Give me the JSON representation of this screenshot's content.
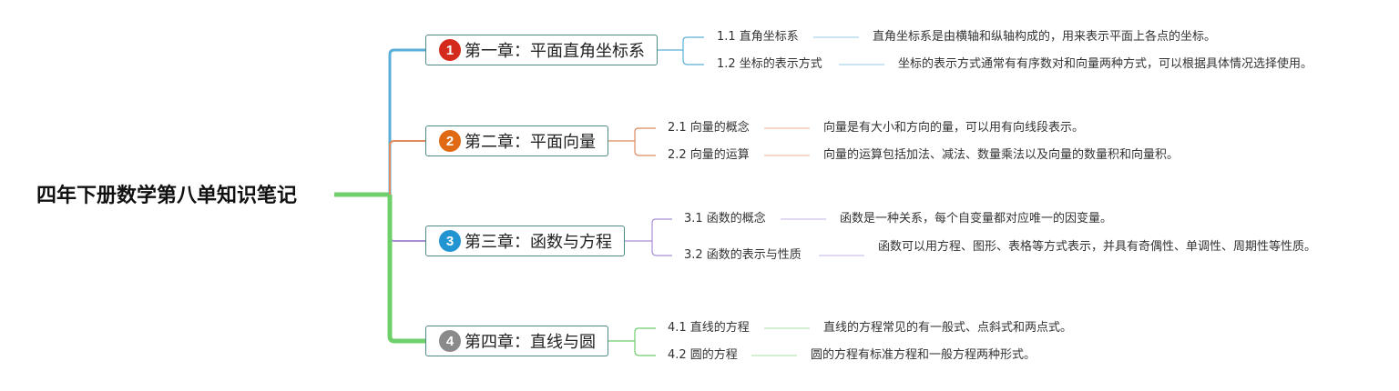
{
  "root": {
    "title": "四年下册数学第八单知识笔记"
  },
  "colors": {
    "ch1": "#5aafd8",
    "ch2": "#e08a5e",
    "ch3": "#a98ed6",
    "ch4": "#6fcf6a",
    "badge1": "#d32a1c",
    "badge2": "#e06a14",
    "badge3": "#2394d2",
    "badge4": "#8a8a8a",
    "border": "#4d8a85"
  },
  "chapters": [
    {
      "badge": "1",
      "title": "第一章：平面直角坐标系",
      "sections": [
        {
          "title": "1.1 直角坐标系",
          "desc": "直角坐标系是由横轴和纵轴构成的，用来表示平面上各点的坐标。"
        },
        {
          "title": "1.2 坐标的表示方式",
          "desc": "坐标的表示方式通常有有序数对和向量两种方式，可以根据具体情况选择使用。"
        }
      ]
    },
    {
      "badge": "2",
      "title": "第二章：平面向量",
      "sections": [
        {
          "title": "2.1 向量的概念",
          "desc": "向量是有大小和方向的量，可以用有向线段表示。"
        },
        {
          "title": "2.2 向量的运算",
          "desc": "向量的运算包括加法、减法、数量乘法以及向量的数量积和向量积。"
        }
      ]
    },
    {
      "badge": "3",
      "title": "第三章：函数与方程",
      "sections": [
        {
          "title": "3.1 函数的概念",
          "desc": "函数是一种关系，每个自变量都对应唯一的因变量。"
        },
        {
          "title": "3.2 函数的表示与性质",
          "desc": "函数可以用方程、图形、表格等方式表示，并具有奇偶性、单调性、周期性等性质。"
        }
      ]
    },
    {
      "badge": "4",
      "title": "第四章：直线与圆",
      "sections": [
        {
          "title": "4.1 直线的方程",
          "desc": "直线的方程常见的有一般式、点斜式和两点式。"
        },
        {
          "title": "4.2 圆的方程",
          "desc": "圆的方程有标准方程和一般方程两种形式。"
        }
      ]
    }
  ]
}
